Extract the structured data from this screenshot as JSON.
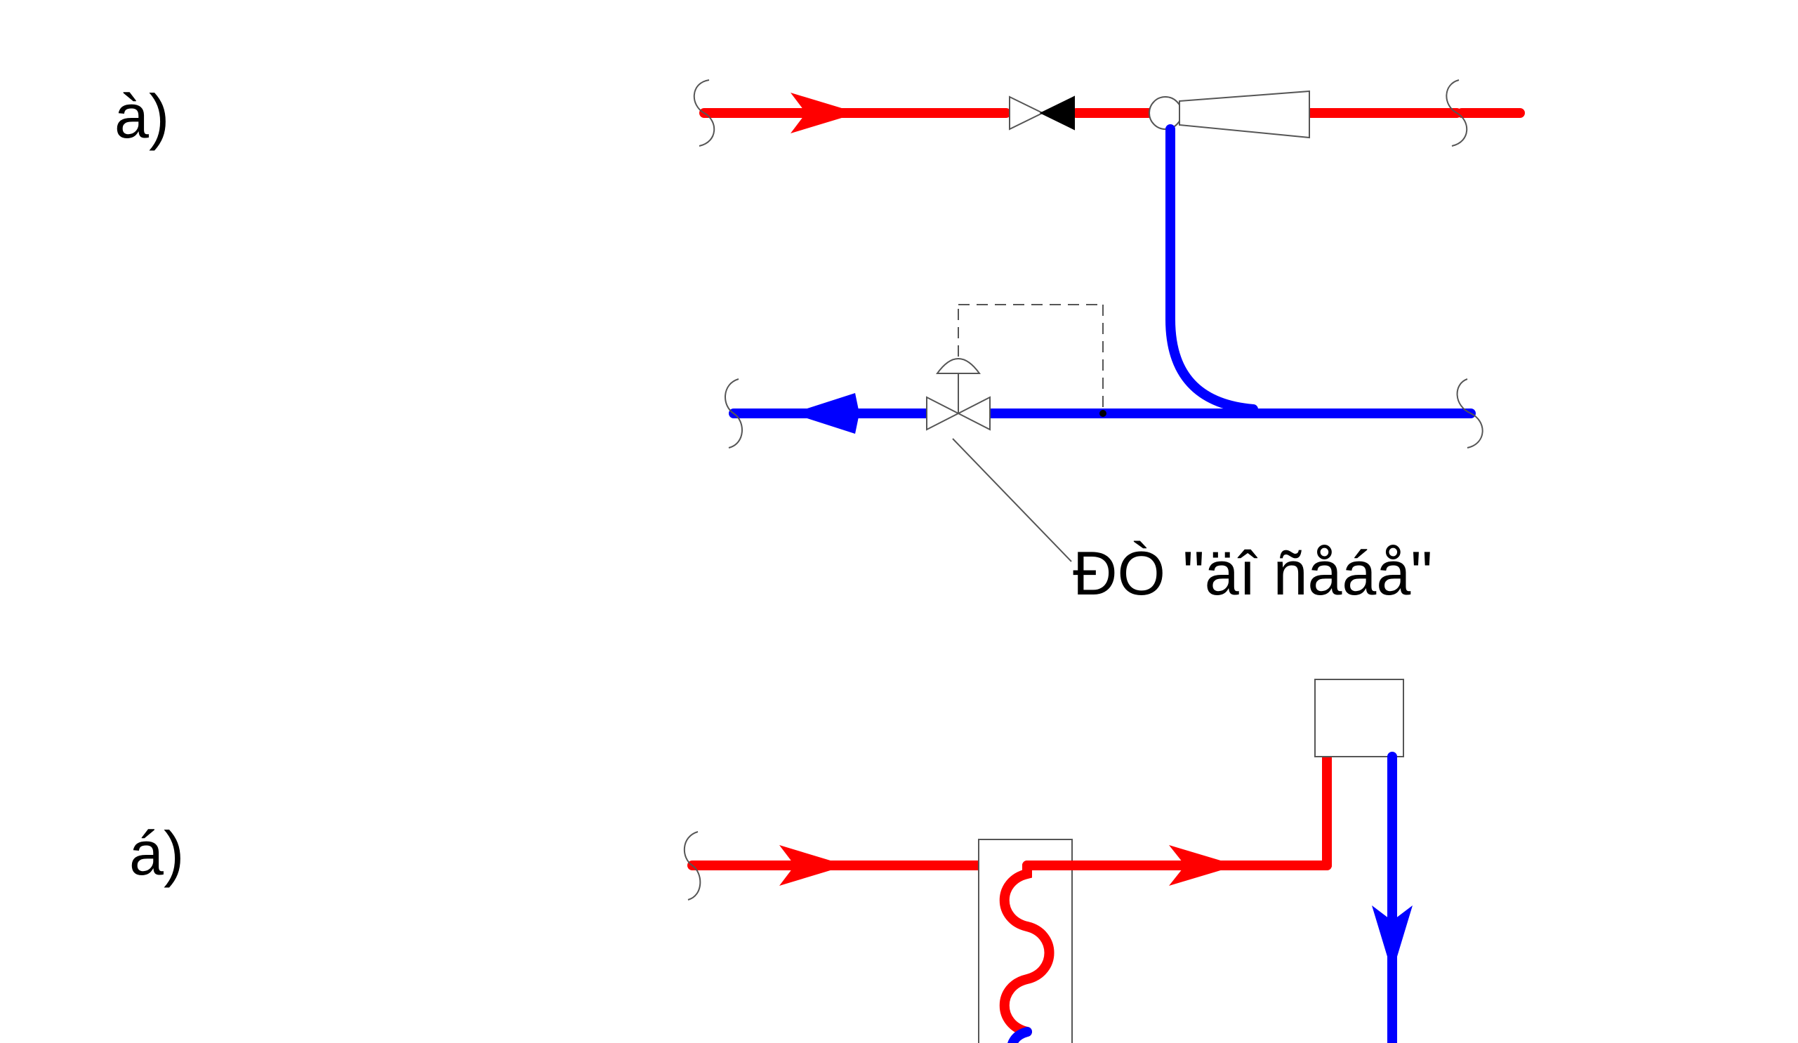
{
  "labels": {
    "part_a": "à)",
    "part_b": "á)",
    "regulator": "ÐÒ \"äî  ñåáå\""
  },
  "colors": {
    "supply": "#ff0000",
    "return": "#0000ff",
    "outline": "#555555",
    "text": "#000000"
  }
}
